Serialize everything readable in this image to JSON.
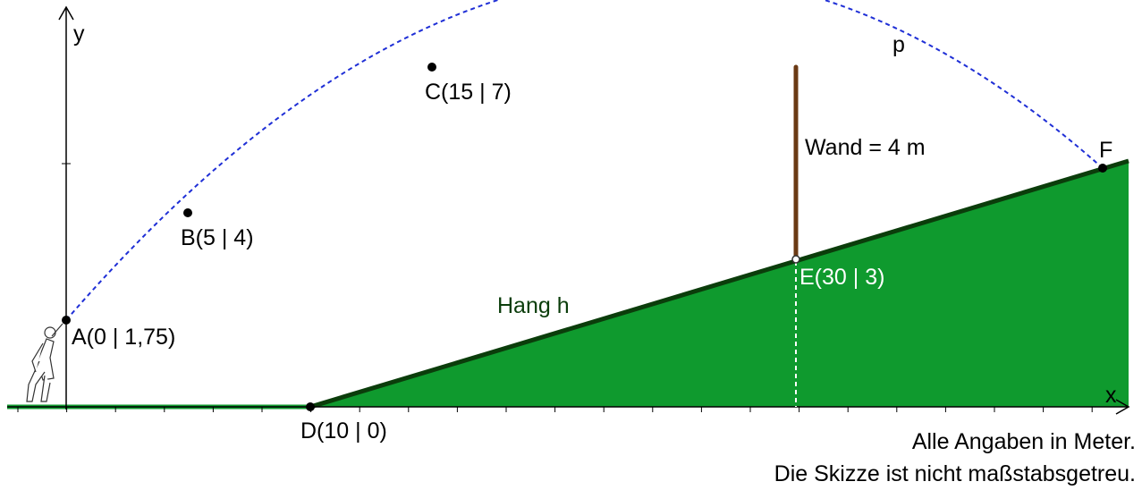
{
  "axes": {
    "x_label": "x",
    "y_label": "y"
  },
  "curve_label": "p",
  "slope_label": "Hang h",
  "wall_label": "Wand = 4 m",
  "points": {
    "A": "A(0 | 1,75)",
    "B": "B(5 | 4)",
    "C": "C(15 | 7)",
    "D": "D(10 | 0)",
    "E": "E(30 | 3)",
    "F": "F"
  },
  "notes": [
    "Alle Angaben in Meter.",
    "Die Skizze ist nicht maßstabsgetreu."
  ],
  "colors": {
    "parabola": "#1f2fd6",
    "slope_fill": "#0f9a2e",
    "slope_line": "#0b3d0b",
    "wall": "#6b3a14",
    "axis": "#000000"
  }
}
